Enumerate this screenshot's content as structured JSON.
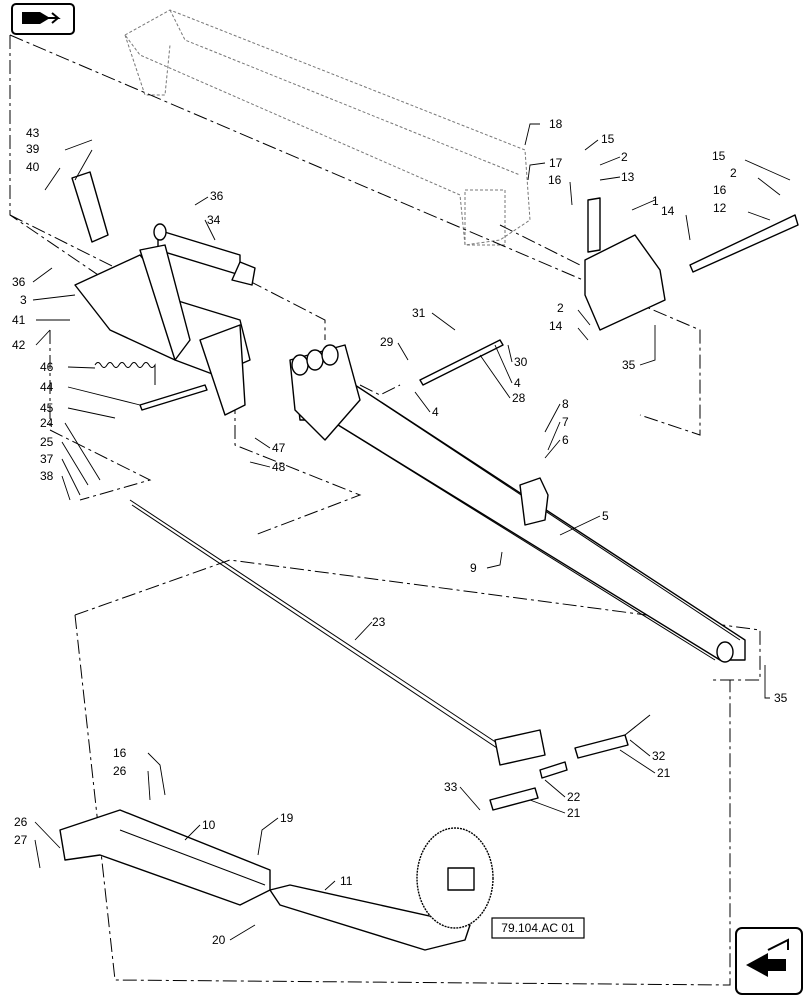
{
  "reference_link": "79.104.AC 01",
  "callouts": {
    "c1": "1",
    "c2a": "2",
    "c2b": "2",
    "c2c": "2",
    "c3": "3",
    "c4a": "4",
    "c4b": "4",
    "c5": "5",
    "c6": "6",
    "c7": "7",
    "c8": "8",
    "c9": "9",
    "c10": "10",
    "c11": "11",
    "c12": "12",
    "c13": "13",
    "c14a": "14",
    "c14b": "14",
    "c15a": "15",
    "c15b": "15",
    "c16a": "16",
    "c16b": "16",
    "c16c": "16",
    "c17": "17",
    "c18": "18",
    "c19": "19",
    "c20": "20",
    "c21a": "21",
    "c21b": "21",
    "c22": "22",
    "c23": "23",
    "c24": "24",
    "c25": "25",
    "c26a": "26",
    "c26b": "26",
    "c27": "27",
    "c28": "28",
    "c29": "29",
    "c30": "30",
    "c31": "31",
    "c32": "32",
    "c33": "33",
    "c34": "34",
    "c35a": "35",
    "c35b": "35",
    "c36a": "36",
    "c36b": "36",
    "c37": "37",
    "c38": "38",
    "c39": "39",
    "c40": "40",
    "c41": "41",
    "c42": "42",
    "c43": "43",
    "c44": "44",
    "c45": "45",
    "c46": "46",
    "c47": "47",
    "c48": "48"
  }
}
